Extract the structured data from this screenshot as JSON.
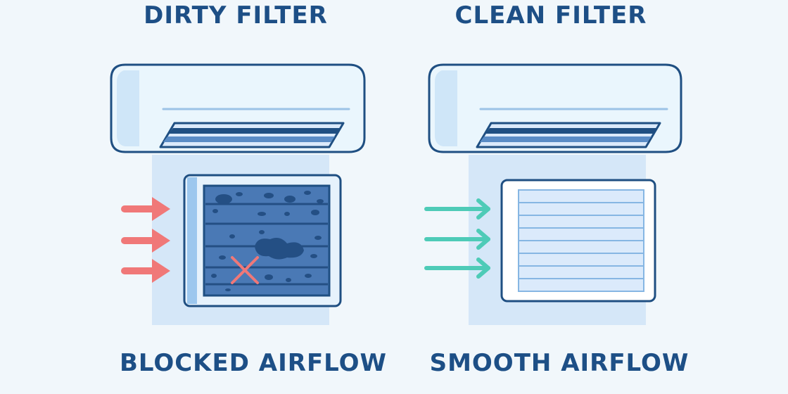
{
  "panels": {
    "left": {
      "title": "DIRTY FILTER",
      "caption": "BLOCKED AIRFLOW",
      "arrow_color": "#f07878"
    },
    "right": {
      "title": "CLEAN FILTER",
      "caption": "SMOOTH AIRFLOW",
      "arrow_color": "#4ecbb7"
    }
  },
  "colors": {
    "background": "#f1f7fb",
    "text": "#1d4f86",
    "outline": "#1f4f82",
    "ac_body": "#eaf6fd",
    "airflow_area": "#d5e7f8",
    "dirty_filter": "#4a79b5",
    "clean_filter": "#dbeafb",
    "block_mark": "#f07878"
  },
  "icons": [
    "ac-unit-icon",
    "arrow-right-icon",
    "x-mark-icon",
    "filter-icon"
  ]
}
